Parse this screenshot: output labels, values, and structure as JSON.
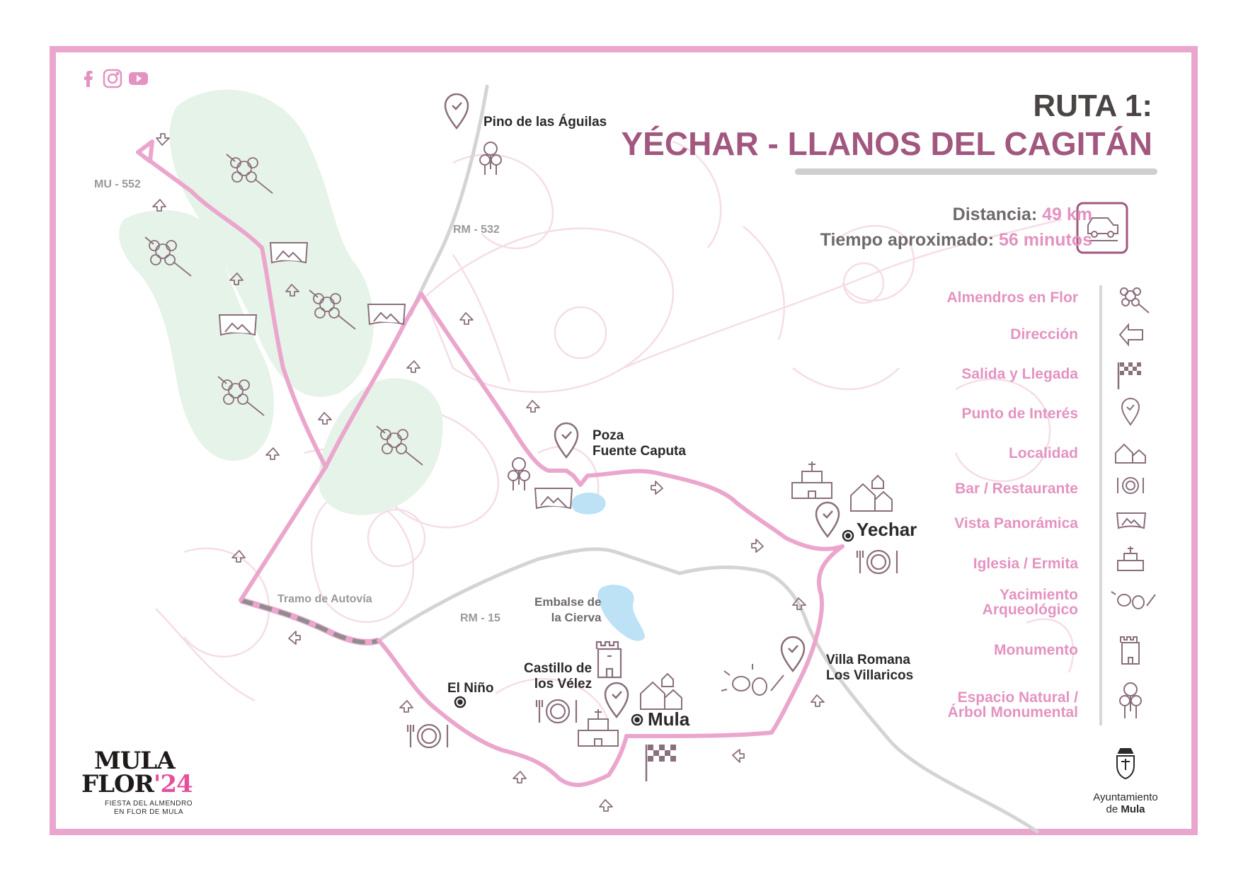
{
  "social": [
    "facebook-icon",
    "instagram-icon",
    "youtube-icon"
  ],
  "title": {
    "line1": "RUTA 1:",
    "line2": "YÉCHAR - LLANOS DEL CAGITÁN"
  },
  "info": {
    "distance_label": "Distancia:",
    "distance_value": "49 km",
    "time_label": "Tiempo aproximado:",
    "time_value": "56 minutos"
  },
  "legend": [
    {
      "label": "Almendros en Flor",
      "icon": "almond-blossom-icon"
    },
    {
      "label": "Dirección",
      "icon": "direction-arrow-icon"
    },
    {
      "label": "Salida y Llegada",
      "icon": "checkered-flag-icon"
    },
    {
      "label": "Punto de Interés",
      "icon": "map-pin-icon"
    },
    {
      "label": "Localidad",
      "icon": "houses-icon"
    },
    {
      "label": "Bar / Restaurante",
      "icon": "plate-cutlery-icon"
    },
    {
      "label": "Vista Panorámica",
      "icon": "panorama-icon"
    },
    {
      "label": "Iglesia / Ermita",
      "icon": "church-icon"
    },
    {
      "label": "Yacimiento Arqueológico",
      "line1": "Yacimiento",
      "line2": "Arqueológico",
      "icon": "archaeology-icon"
    },
    {
      "label": "Monumento",
      "icon": "tower-icon"
    },
    {
      "label": "Espacio Natural / Árbol Monumental",
      "line1": "Espacio Natural /",
      "line2": "Árbol Monumental",
      "icon": "trees-icon"
    }
  ],
  "roads": {
    "mu552": "MU - 552",
    "rm532": "RM - 532",
    "rm15": "RM - 15",
    "autovia": "Tramo de Autovía"
  },
  "places": {
    "pino": "Pino de las Águilas",
    "poza1": "Poza",
    "poza2": "Fuente Caputa",
    "yechar": "Yechar",
    "embalse1": "Embalse de",
    "embalse2": "la Cierva",
    "villa1": "Villa Romana",
    "villa2": "Los Villaricos",
    "castillo1": "Castillo de",
    "castillo2": "los Vélez",
    "nino": "El Niño",
    "mula": "Mula"
  },
  "brand": {
    "line1": "MULA",
    "line2": "FLOR",
    "year": "'24",
    "tag1": "FIESTA DEL ALMENDRO",
    "tag2": "EN FLOR DE MULA"
  },
  "ayuntamiento": {
    "line1": "Ayuntamiento",
    "line2a": "de ",
    "line2b": "Mula"
  },
  "colors": {
    "route": "#eba6cd",
    "accent": "#a2577f",
    "pink_text": "#e493c0",
    "green": "#e6f3e8",
    "road": "#d4d4d4",
    "water": "#bde1f5"
  }
}
